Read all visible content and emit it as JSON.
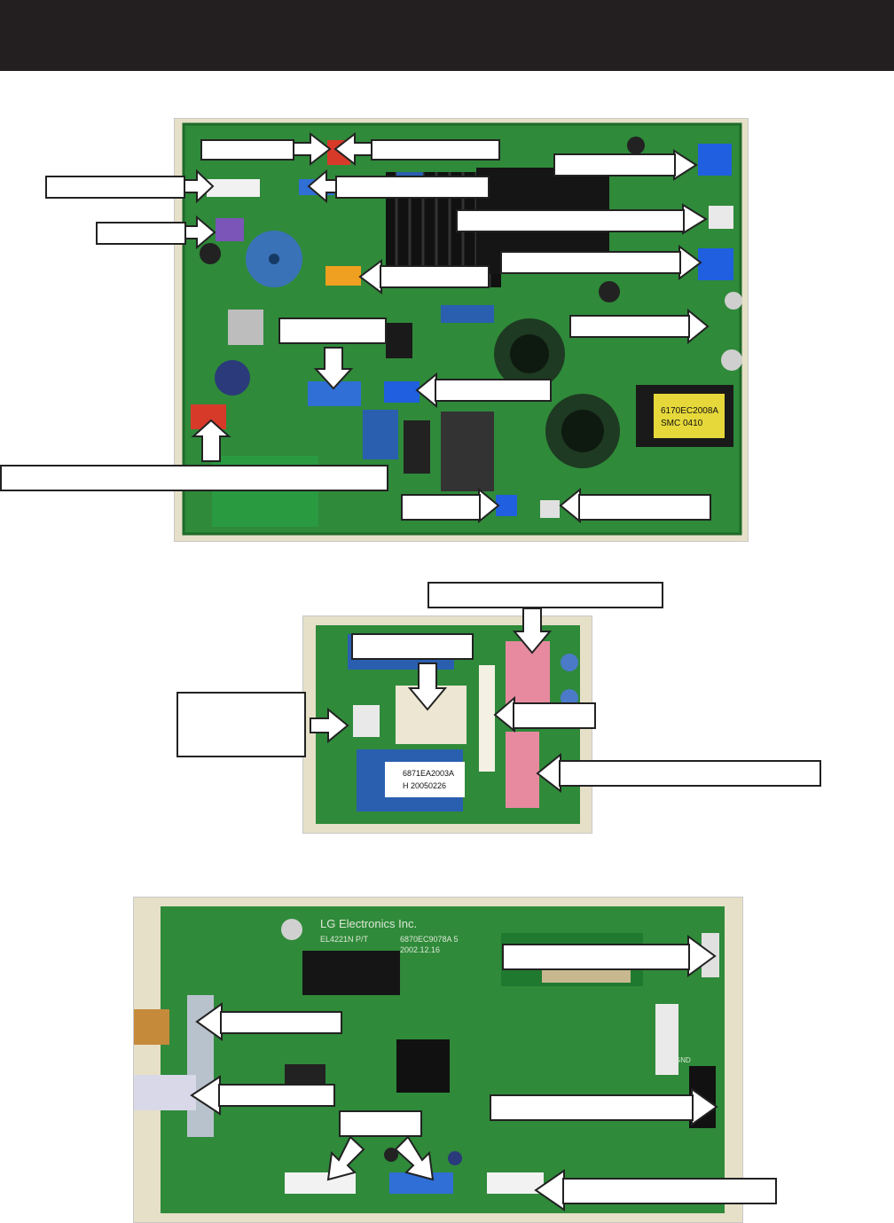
{
  "colors": {
    "header": "#231f20",
    "board_green": "#2f8a3a",
    "board_dark": "#1f6a2a",
    "housing": "#e6e0c8",
    "arrow_fill": "#ffffff",
    "arrow_stroke": "#222222"
  },
  "boards": {
    "main": {
      "silkscreen": [
        "6170EC2008A",
        "SMC 0410"
      ]
    },
    "noise_filter": {
      "sticker": [
        "6871EA2003A",
        "H 20050226"
      ]
    },
    "display": {
      "silkscreen": [
        "LG Electronics Inc.",
        "EL4221N P/T",
        "6870EC9078A 5",
        "2002.12.16",
        "GND"
      ]
    }
  }
}
